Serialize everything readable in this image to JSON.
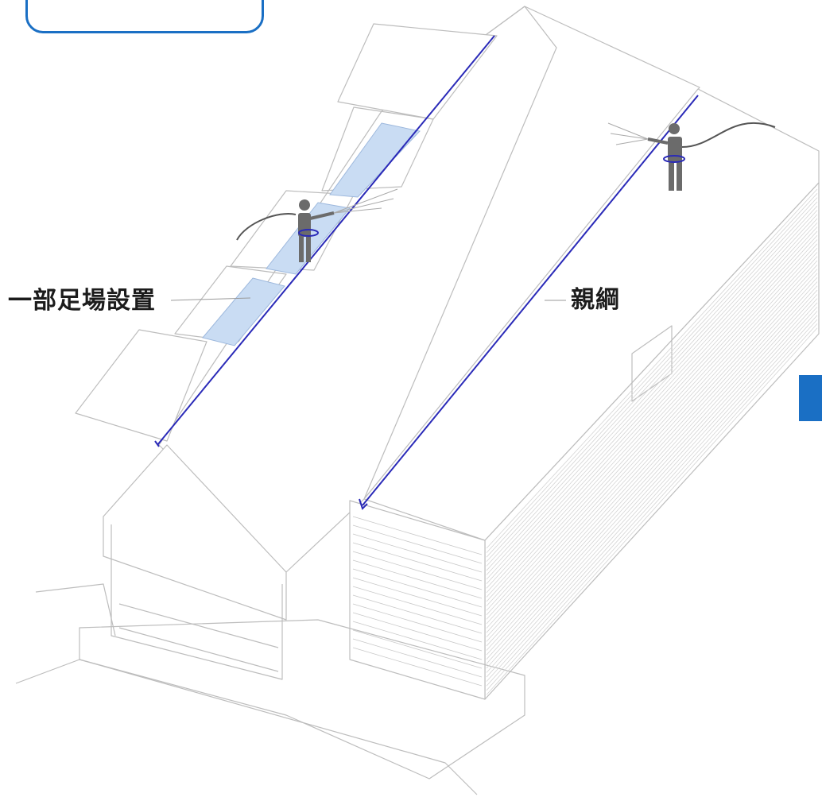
{
  "labels": {
    "scaffold": "一部足場設置",
    "lifeline": "親綱"
  },
  "colors": {
    "accent": "#1a6fc4",
    "lifeline": "#2a2ab8",
    "scaffold_fill": "#c9dcf3",
    "outline": "#bdbdbd",
    "worker": "#6b6b6b"
  },
  "icons": {
    "worker_left": "worker-with-hose-icon",
    "worker_right": "worker-with-hose-icon",
    "side_tab": "blue-tab"
  }
}
